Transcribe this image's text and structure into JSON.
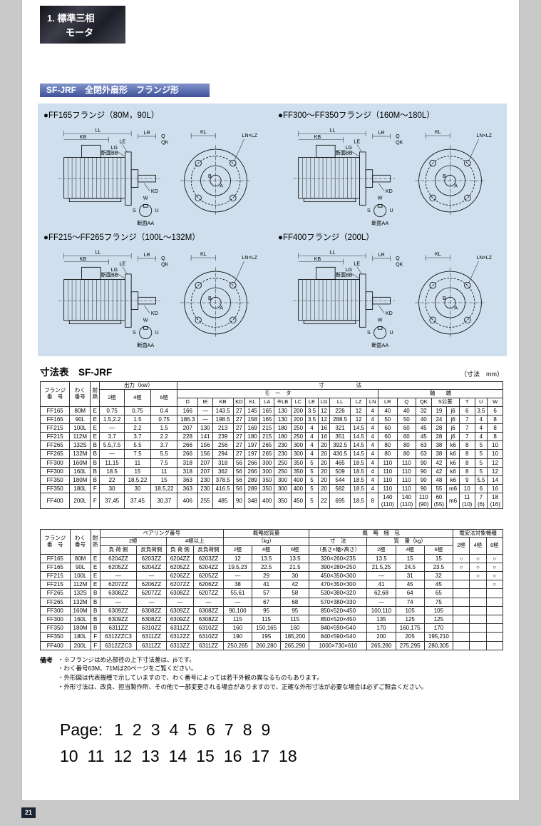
{
  "page": {
    "corner_badge": {
      "line1": "1. 標準三相",
      "line2": "モータ"
    },
    "section_title": "SF-JRF　全閉外扇形　フランジ形",
    "page_number": "21",
    "pager": {
      "label": "Page:",
      "row1": [
        "1",
        "2",
        "3",
        "4",
        "5",
        "6",
        "7",
        "8",
        "9"
      ],
      "row2": [
        "10",
        "11",
        "12",
        "13",
        "14",
        "15",
        "16",
        "17",
        "18"
      ]
    }
  },
  "drawings": {
    "panels": [
      {
        "title": "●FF165フランジ（80M，90L）"
      },
      {
        "title": "●FF300～FF350フランジ（160M～180L）"
      },
      {
        "title": "●FF215～FF265フランジ（100L～132M）"
      },
      {
        "title": "●FF400フランジ（200L）"
      }
    ],
    "dim_labels": {
      "LL": "LL",
      "KB": "KB",
      "LR": "LR",
      "LG": "LG",
      "LE": "LE",
      "Q": "Q",
      "QK": "QK",
      "KL": "KL",
      "LNLZ": "LN×LZ",
      "KD": "KD",
      "W": "W",
      "U": "U",
      "S": "S",
      "A": "A",
      "B": "B",
      "secAA": "断面AA",
      "secBB": "断面BB"
    }
  },
  "dim_table": {
    "title": "寸法表　SF-JRF",
    "unit_note": "（寸法　mm）",
    "header_rows": [
      [
        {
          "t": "フランジ\n番　号",
          "rs": 3
        },
        {
          "t": "わく\n番号",
          "rs": 3
        },
        {
          "t": "耐\n熱",
          "rs": 3
        },
        {
          "t": "出力（kW）",
          "cs": 3
        },
        {
          "t": "寸　　　　　　法",
          "cs": 21
        }
      ],
      [
        {
          "t": "2極",
          "rs": 2
        },
        {
          "t": "4極",
          "rs": 2
        },
        {
          "t": "6極",
          "rs": 2
        },
        {
          "t": "モ　ー　タ",
          "cs": 13
        },
        {
          "t": "軸　　端",
          "cs": 8
        }
      ],
      [
        {
          "t": "D"
        },
        {
          "t": "IE"
        },
        {
          "t": "KB"
        },
        {
          "t": "KD"
        },
        {
          "t": "KL"
        },
        {
          "t": "LA"
        },
        {
          "t": "※LB"
        },
        {
          "t": "LC"
        },
        {
          "t": "LE"
        },
        {
          "t": "LG"
        },
        {
          "t": "LL"
        },
        {
          "t": "LZ"
        },
        {
          "t": "LN"
        },
        {
          "t": "LR"
        },
        {
          "t": "Q"
        },
        {
          "t": "QK"
        },
        {
          "t": "S公差",
          "cs": 2
        },
        {
          "t": "T"
        },
        {
          "t": "U"
        },
        {
          "t": "W"
        }
      ]
    ],
    "rows": [
      [
        "FF165",
        "80M",
        "E",
        "0.75",
        "0.75",
        "0.4",
        "166",
        "―",
        "143.5",
        "27",
        "145",
        "165",
        "130",
        "200",
        "3.5",
        "12",
        "226",
        "12",
        "4",
        "40",
        "40",
        "32",
        "19",
        "j6",
        "6",
        "3.5",
        "6"
      ],
      [
        "FF165",
        "90L",
        "E",
        "1.5,2.2",
        "1.5",
        "0.75",
        "186.3",
        "―",
        "198.5",
        "27",
        "158",
        "165",
        "130",
        "200",
        "3.5",
        "12",
        "288.5",
        "12",
        "4",
        "50",
        "50",
        "40",
        "24",
        "j6",
        "7",
        "4",
        "8"
      ],
      [
        "FF215",
        "100L",
        "E",
        "―",
        "2.2",
        "1.5",
        "207",
        "130",
        "213",
        "27",
        "169",
        "215",
        "180",
        "250",
        "4",
        "16",
        "321",
        "14.5",
        "4",
        "60",
        "60",
        "45",
        "28",
        "j6",
        "7",
        "4",
        "8"
      ],
      [
        "FF215",
        "112M",
        "E",
        "3.7",
        "3.7",
        "2.2",
        "228",
        "141",
        "239",
        "27",
        "180",
        "215",
        "180",
        "250",
        "4",
        "16",
        "351",
        "14.5",
        "4",
        "60",
        "60",
        "45",
        "28",
        "j6",
        "7",
        "4",
        "8"
      ],
      [
        "FF265",
        "132S",
        "B",
        "5.5,7.5",
        "5.5",
        "3.7",
        "266",
        "156",
        "256",
        "27",
        "197",
        "265",
        "230",
        "300",
        "4",
        "20",
        "392.5",
        "14.5",
        "4",
        "80",
        "80",
        "63",
        "38",
        "k6",
        "8",
        "5",
        "10"
      ],
      [
        "FF265",
        "132M",
        "B",
        "―",
        "7.5",
        "5.5",
        "266",
        "156",
        "294",
        "27",
        "197",
        "265",
        "230",
        "300",
        "4",
        "20",
        "430.5",
        "14.5",
        "4",
        "80",
        "80",
        "63",
        "38",
        "k6",
        "8",
        "5",
        "10"
      ],
      [
        "FF300",
        "160M",
        "B",
        "11,15",
        "11",
        "7.5",
        "318",
        "207",
        "318",
        "56",
        "266",
        "300",
        "250",
        "350",
        "5",
        "20",
        "465",
        "18.5",
        "4",
        "110",
        "110",
        "90",
        "42",
        "k6",
        "8",
        "5",
        "12"
      ],
      [
        "FF300",
        "160L",
        "B",
        "18.5",
        "15",
        "11",
        "318",
        "207",
        "362",
        "56",
        "266",
        "300",
        "250",
        "350",
        "5",
        "20",
        "509",
        "18.5",
        "4",
        "110",
        "110",
        "90",
        "42",
        "k6",
        "8",
        "5",
        "12"
      ],
      [
        "FF350",
        "180M",
        "B",
        "22",
        "18.5,22",
        "15",
        "363",
        "230",
        "378.5",
        "56",
        "289",
        "350",
        "300",
        "400",
        "5",
        "20",
        "544",
        "18.5",
        "4",
        "110",
        "110",
        "90",
        "48",
        "k6",
        "9",
        "5.5",
        "14"
      ],
      [
        "FF350",
        "180L",
        "F",
        "30",
        "30",
        "18.5,22",
        "363",
        "230",
        "416.5",
        "56",
        "289",
        "350",
        "300",
        "400",
        "5",
        "20",
        "582",
        "18.5",
        "4",
        "110",
        "110",
        "90",
        "55",
        "m6",
        "10",
        "6",
        "16"
      ],
      [
        "FF400",
        "200L",
        "F",
        "37,45",
        "37,45",
        "30,37",
        "406",
        "255",
        "485",
        "90",
        "348",
        "400",
        "350",
        "450",
        "5",
        "22",
        "695",
        "18.5",
        "8",
        "140\n(110)",
        "140\n(110)",
        "110\n(90)",
        "60\n(55)",
        "m6",
        "11\n(10)",
        "7\n(6)",
        "18\n(16)"
      ]
    ]
  },
  "bearing_table": {
    "header_rows": [
      [
        {
          "t": "フランジ\n番　号",
          "rs": 3
        },
        {
          "t": "わく\n番号",
          "rs": 3
        },
        {
          "t": "耐\n熱",
          "rs": 3
        },
        {
          "t": "ベアリング番号",
          "cs": 4
        },
        {
          "t": "概略総質量",
          "cs": 3
        },
        {
          "t": "概　略　梱　包",
          "cs": 4
        },
        {
          "t": "電安法対象機種",
          "cs": 3
        }
      ],
      [
        {
          "t": "2極",
          "cs": 2
        },
        {
          "t": "4極以上",
          "cs": 2
        },
        {
          "t": "（kg）",
          "cs": 3
        },
        {
          "t": "寸　法"
        },
        {
          "t": "質　量（kg）",
          "cs": 3
        },
        {
          "t": "2極",
          "rs": 2
        },
        {
          "t": "4極",
          "rs": 2
        },
        {
          "t": "6極",
          "rs": 2
        }
      ],
      [
        {
          "t": "負 荷 側"
        },
        {
          "t": "反負荷側"
        },
        {
          "t": "負 荷 側"
        },
        {
          "t": "反負荷側"
        },
        {
          "t": "2極"
        },
        {
          "t": "4極"
        },
        {
          "t": "6極"
        },
        {
          "t": "（長さ×幅×高さ）"
        },
        {
          "t": "2極"
        },
        {
          "t": "4極"
        },
        {
          "t": "6極"
        }
      ]
    ],
    "rows": [
      [
        "FF165",
        "80M",
        "E",
        "6204ZZ",
        "6203ZZ",
        "6204ZZ",
        "6203ZZ",
        "12",
        "13.5",
        "13.5",
        "320×260×235",
        "13.5",
        "15",
        "15",
        "○",
        "○",
        "○"
      ],
      [
        "FF165",
        "90L",
        "E",
        "6205ZZ",
        "6204ZZ",
        "6205ZZ",
        "6204ZZ",
        "19.5,23",
        "22.5",
        "21.5",
        "390×280×250",
        "21.5,25",
        "24.5",
        "23.5",
        "○",
        "○",
        "○"
      ],
      [
        "FF215",
        "100L",
        "E",
        "―",
        "―",
        "6206ZZ",
        "6205ZZ",
        "―",
        "29",
        "30",
        "450×350×300",
        "―",
        "31",
        "32",
        "",
        "○",
        "○"
      ],
      [
        "FF215",
        "112M",
        "E",
        "6207ZZ",
        "6206ZZ",
        "6207ZZ",
        "6206ZZ",
        "38",
        "41",
        "42",
        "470×350×300",
        "41",
        "45",
        "45",
        "",
        "",
        "○"
      ],
      [
        "FF265",
        "132S",
        "B",
        "6308ZZ",
        "6207ZZ",
        "6308ZZ",
        "6207ZZ",
        "55,61",
        "57",
        "58",
        "530×380×320",
        "62,68",
        "64",
        "65",
        "",
        "",
        ""
      ],
      [
        "FF265",
        "132M",
        "B",
        "―",
        "―",
        "―",
        "―",
        "―",
        "67",
        "68",
        "570×380×330",
        "―",
        "74",
        "75",
        "",
        "",
        ""
      ],
      [
        "FF300",
        "160M",
        "B",
        "6309ZZ",
        "6308ZZ",
        "6309ZZ",
        "6308ZZ",
        "90,100",
        "95",
        "95",
        "850×520×450",
        "100,110",
        "105",
        "105",
        "",
        "",
        ""
      ],
      [
        "FF300",
        "160L",
        "B",
        "6309ZZ",
        "6308ZZ",
        "6309ZZ",
        "6308ZZ",
        "115",
        "115",
        "115",
        "850×520×450",
        "135",
        "125",
        "125",
        "",
        "",
        ""
      ],
      [
        "FF350",
        "180M",
        "B",
        "6311ZZ",
        "6310ZZ",
        "6311ZZ",
        "6310ZZ",
        "160",
        "150,165",
        "160",
        "840×590×540",
        "170",
        "160,175",
        "170",
        "",
        "",
        ""
      ],
      [
        "FF350",
        "180L",
        "F",
        "6312ZZC3",
        "6311ZZ",
        "6312ZZ",
        "6310ZZ",
        "190",
        "195",
        "185,200",
        "840×590×540",
        "200",
        "205",
        "195,210",
        "",
        "",
        ""
      ],
      [
        "FF400",
        "200L",
        "F",
        "6312ZZC3",
        "6311ZZ",
        "6313ZZ",
        "6311ZZ",
        "250,265",
        "260,280",
        "265,290",
        "1000×730×610",
        "265,280",
        "275,295",
        "280,305",
        "",
        "",
        ""
      ]
    ]
  },
  "remarks": {
    "label": "備考",
    "items": [
      "・※フランジはめ込部径の上下寸法差は、j6です。",
      "・わく番号63M、71Mは20ページをご覧ください。",
      "・外形図は代表機種で示していますので、わく番号によっては若干外観の異なるものもあります。",
      "・外形寸法は、改良、担当製作所、その他で一部変更される場合がありますので、正確な外形寸法が必要な場合は必ずご照会ください。"
    ]
  }
}
